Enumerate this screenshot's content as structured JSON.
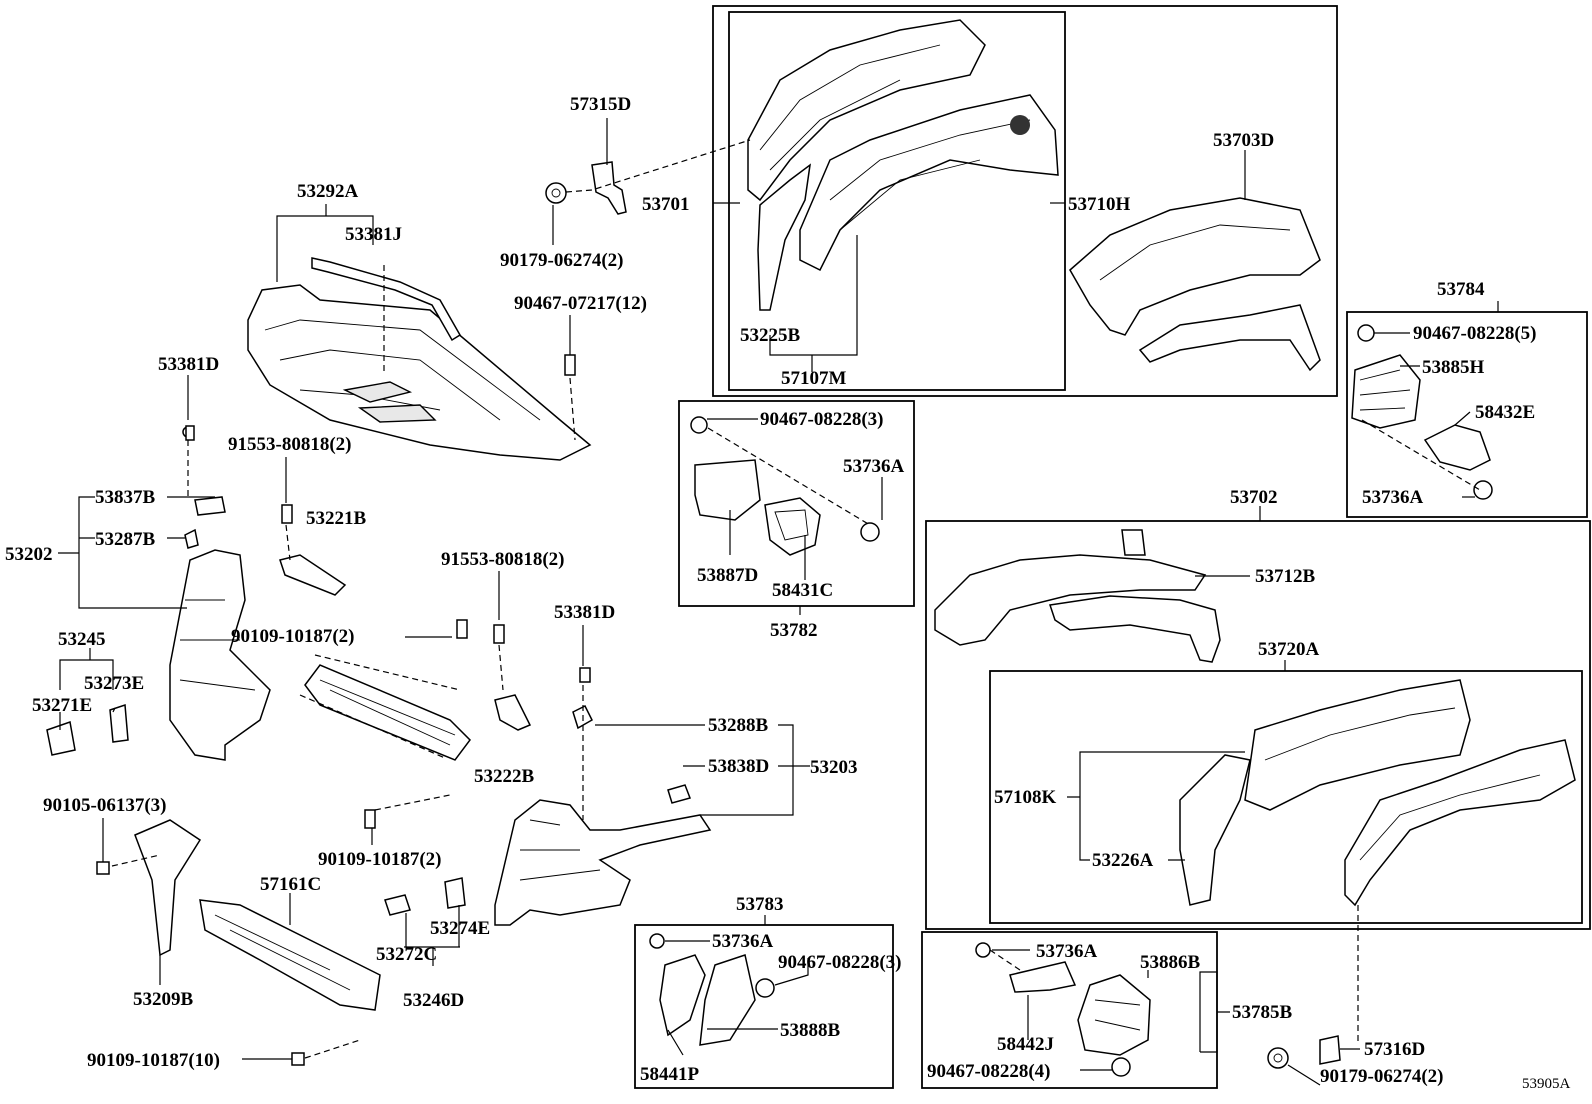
{
  "diagram_id": "53905A",
  "labels": {
    "l_57315D": "57315D",
    "l_53292A": "53292A",
    "l_53381J": "53381J",
    "l_90179_06274_a": "90179-06274(2)",
    "l_90467_07217": "90467-07217(12)",
    "l_53381D_a": "53381D",
    "l_91553_80818_a": "91553-80818(2)",
    "l_53837B": "53837B",
    "l_53202": "53202",
    "l_53287B": "53287B",
    "l_53221B": "53221B",
    "l_53245": "53245",
    "l_53273E": "53273E",
    "l_53271E": "53271E",
    "l_90109_10187_a": "90109-10187(2)",
    "l_91553_80818_b": "91553-80818(2)",
    "l_53381D_b": "53381D",
    "l_53222B": "53222B",
    "l_53288B": "53288B",
    "l_53838D": "53838D",
    "l_53203": "53203",
    "l_90105_06137": "90105-06137(3)",
    "l_90109_10187_b": "90109-10187(2)",
    "l_57161C": "57161C",
    "l_53274E": "53274E",
    "l_53272C": "53272C",
    "l_53246D": "53246D",
    "l_53209B": "53209B",
    "l_90109_10187_c": "90109-10187(10)",
    "l_53701": "53701",
    "l_53710H": "53710H",
    "l_53703D": "53703D",
    "l_53225B": "53225B",
    "l_57107M": "57107M",
    "l_90467_08228_a": "90467-08228(3)",
    "l_53736A_a": "53736A",
    "l_53887D": "53887D",
    "l_58431C": "58431C",
    "l_53782": "53782",
    "l_53784": "53784",
    "l_90467_08228_b": "90467-08228(5)",
    "l_53885H": "53885H",
    "l_58432E": "58432E",
    "l_53736A_b": "53736A",
    "l_53702": "53702",
    "l_53712B": "53712B",
    "l_53720A": "53720A",
    "l_57108K": "57108K",
    "l_53226A": "53226A",
    "l_53783": "53783",
    "l_53736A_c": "53736A",
    "l_90467_08228_c": "90467-08228(3)",
    "l_53888B": "53888B",
    "l_58441P": "58441P",
    "l_53736A_d": "53736A",
    "l_53886B": "53886B",
    "l_53785B": "53785B",
    "l_58442J": "58442J",
    "l_90467_08228_d": "90467-08228(4)",
    "l_57316D": "57316D",
    "l_90179_06274_b": "90179-06274(2)"
  }
}
